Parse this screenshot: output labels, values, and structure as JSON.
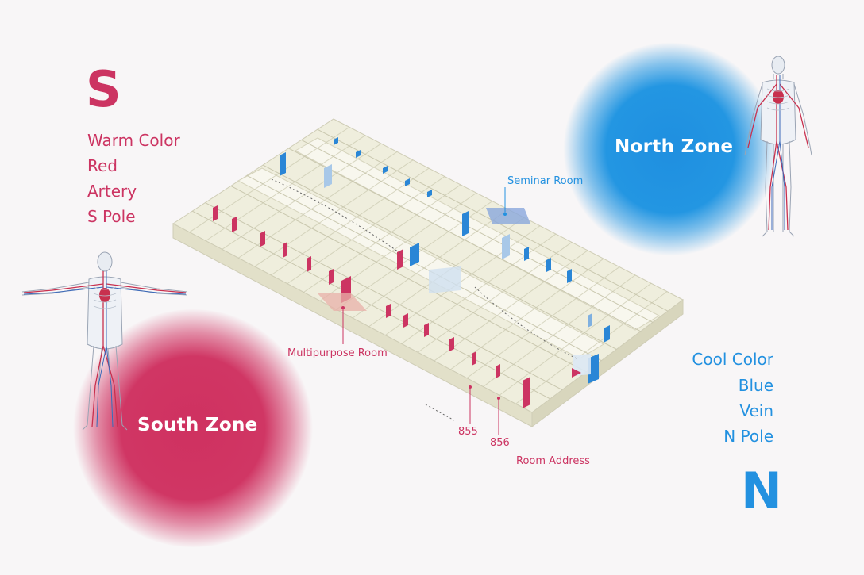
{
  "south": {
    "letter": "S",
    "lines": [
      "Warm Color",
      "Red",
      "Artery",
      "S Pole"
    ],
    "zone_label": "South Zone",
    "color": "#cf3160"
  },
  "north": {
    "letter": "N",
    "lines": [
      "Cool Color",
      "Blue",
      "Vein",
      "N Pole"
    ],
    "zone_label": "North Zone",
    "color": "#2396e2"
  },
  "callouts": {
    "seminar_room": "Seminar Room",
    "multipurpose_room": "Multipurpose Room",
    "room_855": "855",
    "room_856": "856",
    "room_address": "Room Address"
  },
  "icons": {
    "figure_top_right": "human-circulatory-figure-icon",
    "figure_left": "human-circulatory-figure-tpose-icon",
    "floor_plan": "isometric-floor-plan"
  }
}
